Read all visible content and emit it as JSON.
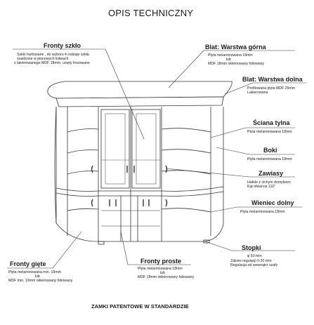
{
  "title": "OPIS TECHNICZNY",
  "footer": "ZAMKI PATENTOWE W STANDARDZIE",
  "labels": {
    "fronty_szklo": {
      "heading": "Fronty szkło",
      "lines": [
        "Szkło hartowane , do wyboru 4 rodzaje szkła",
        "osadzone w pionowych listwach",
        "z lakierowanego MDF 18mm, ucięty frezowane"
      ]
    },
    "blat_gorna": {
      "heading": "Blat: Warstwa górna",
      "lines": [
        "Płyta melaminowana 18mm",
        "lub",
        "MDF 18mm okleinowany foliowany"
      ]
    },
    "blat_dolna": {
      "heading": "Blat: Warstwa dolna",
      "lines": [
        "Profilowana płyta MDF 25mm",
        "Lakierowana"
      ]
    },
    "sciana_tylna": {
      "heading": "Ściana tylna",
      "lines": [
        "Płyta melaminowana 18mm"
      ]
    },
    "boki": {
      "heading": "Boki",
      "lines": [
        "Płyta melaminowana 18mm"
      ]
    },
    "zawiasy": {
      "heading": "Zawiasy",
      "lines": [
        "Hafele z cichym domykiem",
        "Kąt otwarcia 110°"
      ]
    },
    "wieniec_dolny": {
      "heading": "Wieniec dolny",
      "lines": [
        "Płyta melaminowana 18mm"
      ]
    },
    "stopki": {
      "heading": "Stopki",
      "lines": [
        "φ 50 mm",
        "Zakres regulacji 0-20 mm",
        "Regulacja od wewnątrz szafy"
      ]
    },
    "fronty_proste": {
      "heading": "Fronty proste",
      "lines": [
        "Płyta melaminowana 18mm",
        "lub",
        "MDF 18mm okleinowany foliowany"
      ]
    },
    "fronty_giete": {
      "heading": "Fronty gięte",
      "lines": [
        "Płyta melaminowana min. 19mm",
        "lub",
        "MDF min. 19mm okleinowany foliowany"
      ]
    }
  },
  "colors": {
    "ink": "#1a1a1a",
    "line": "#333333"
  }
}
